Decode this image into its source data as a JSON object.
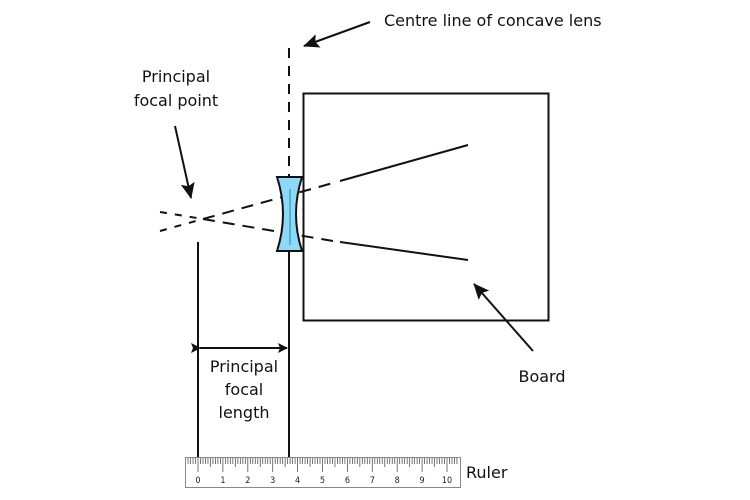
{
  "labels": {
    "centre_line": "Centre line of concave lens",
    "focal_point_line1": "Principal",
    "focal_point_line2": "focal point",
    "focal_length_line1": "Principal",
    "focal_length_line2": "focal",
    "focal_length_line3": "length",
    "board": "Board",
    "ruler": "Ruler"
  },
  "ruler": {
    "min": 0,
    "max": 10,
    "tick_labels": [
      "0",
      "1",
      "2",
      "3",
      "4",
      "5",
      "6",
      "7",
      "8",
      "9",
      "10"
    ],
    "focal_point_reading_cm": 0,
    "lens_reading_cm": 3.7
  },
  "colors": {
    "lens_fill": "#8fd8f8",
    "lens_axis": "#3aa8b0",
    "stroke": "#111111"
  }
}
